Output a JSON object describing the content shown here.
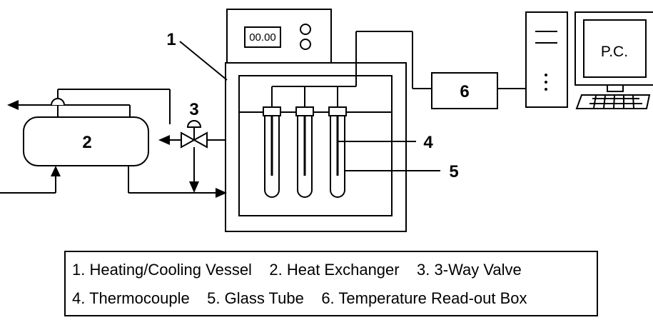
{
  "labels": {
    "heating_cooling_vessel": "1",
    "heat_exchanger": "2",
    "three_way_valve": "3",
    "thermocouple": "4",
    "glass_tube": "5",
    "readout_box": "6"
  },
  "display": {
    "value": "00.00"
  },
  "computer": {
    "label": "P.C."
  },
  "legend": {
    "line1": "1. Heating/Cooling Vessel    2. Heat Exchanger    3. 3-Way Valve",
    "line2": "4. Thermocouple    5. Glass Tube    6. Temperature Read-out Box"
  }
}
